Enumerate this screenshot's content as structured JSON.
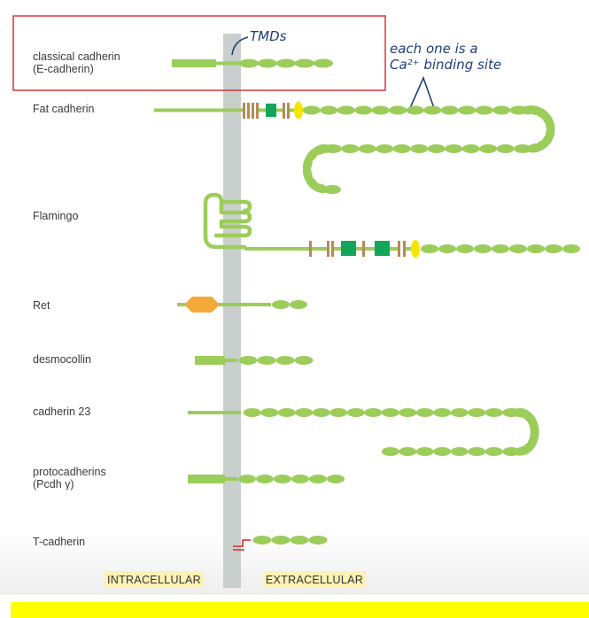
{
  "colors": {
    "domain": "#9ccc5a",
    "membrane": "#c8cfcc",
    "highlight_box": "#d9262a",
    "bottom_bar": "#ffff00",
    "region_label_bg": "#fbf2b4",
    "brown_domain": "#b58a55",
    "green_domain": "#13a65a",
    "yellow_domain": "#f5e600",
    "orange_domain": "#f5a93a",
    "anchor": "#e0262a",
    "handwriting": "#1e3f78"
  },
  "proteins": {
    "classical": "classical cadherin",
    "classical_sub": "(E-cadherin)",
    "fat": "Fat cadherin",
    "flamingo": "Flamingo",
    "ret": "Ret",
    "desmocollin": "desmocollin",
    "cadherin23": "cadherin 23",
    "protocadherins": "protocadherins",
    "protocadherins_sub": "(Pcdh γ)",
    "tcadherin": "T-cadherin"
  },
  "regions": {
    "intracellular": "INTRACELLULAR",
    "extracellular": "EXTRACELLULAR"
  },
  "annotations": {
    "tmd": "TMDs",
    "binding_line1": "each one is a",
    "binding_line2": "Ca²⁺ binding site"
  }
}
